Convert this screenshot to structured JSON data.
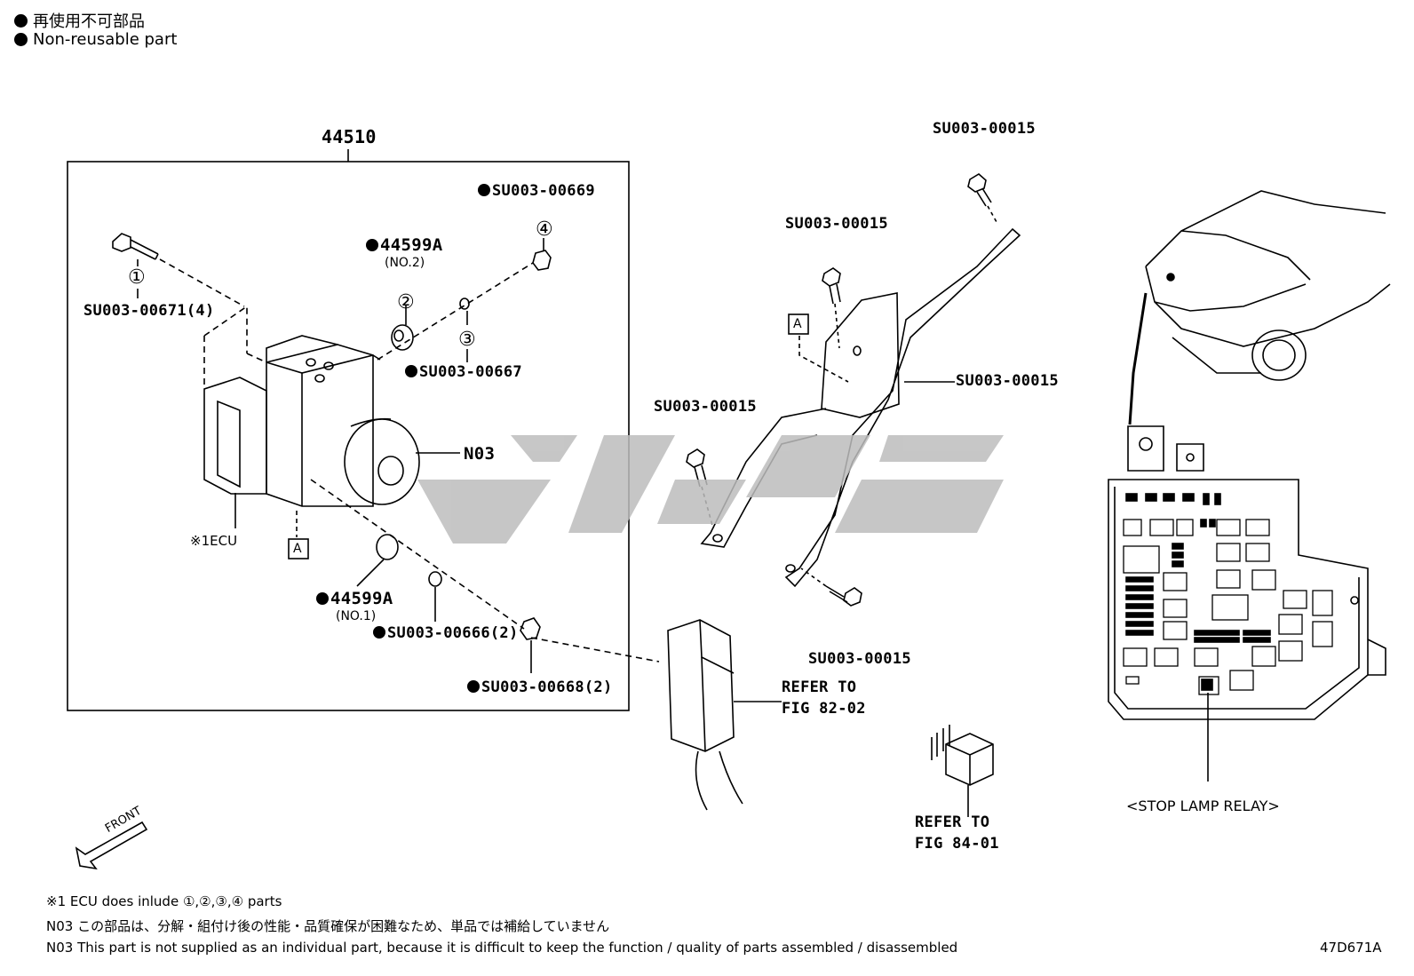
{
  "legend": [
    {
      "text": "再使用不可部品"
    },
    {
      "text": "Non-reusable part"
    }
  ],
  "assembly_number": "44510",
  "callouts": {
    "c1": "①",
    "c2": "②",
    "c3": "③",
    "c4": "④",
    "su00669": "SU003-00669",
    "p44599a_no2": "44599A",
    "no2": "(NO.2)",
    "su00671": "SU003-00671(4)",
    "su00667": "SU003-00667",
    "n03": "N03",
    "ecu": "※1ECU",
    "a_box": "A",
    "p44599a_no1": "44599A",
    "no1": "(NO.1)",
    "su00666": "SU003-00666(2)",
    "su00668": "SU003-00668(2)",
    "su15_top": "SU003-00015",
    "su15_mid": "SU003-00015",
    "su15_right": "SU003-00015",
    "su15_left": "SU003-00015",
    "su15_bottom": "SU003-00015",
    "a_box2": "A",
    "refer1_line1": "REFER TO",
    "refer1_line2": "FIG 82-02",
    "refer2_line1": "REFER TO",
    "refer2_line2": "FIG 84-01",
    "stop_lamp": "<STOP LAMP RELAY>",
    "front": "FRONT"
  },
  "notes": [
    "※1 ECU does inlude ①,②,③,④ parts",
    "N03 この部品は、分解・組付け後の性能・品質確保が困難なため、単品では補給していません",
    "N03 This part is not supplied as an  individual part, because it is difficult to keep the function / quality of parts assembled / disassembled"
  ],
  "diagram_code": "47D671A"
}
